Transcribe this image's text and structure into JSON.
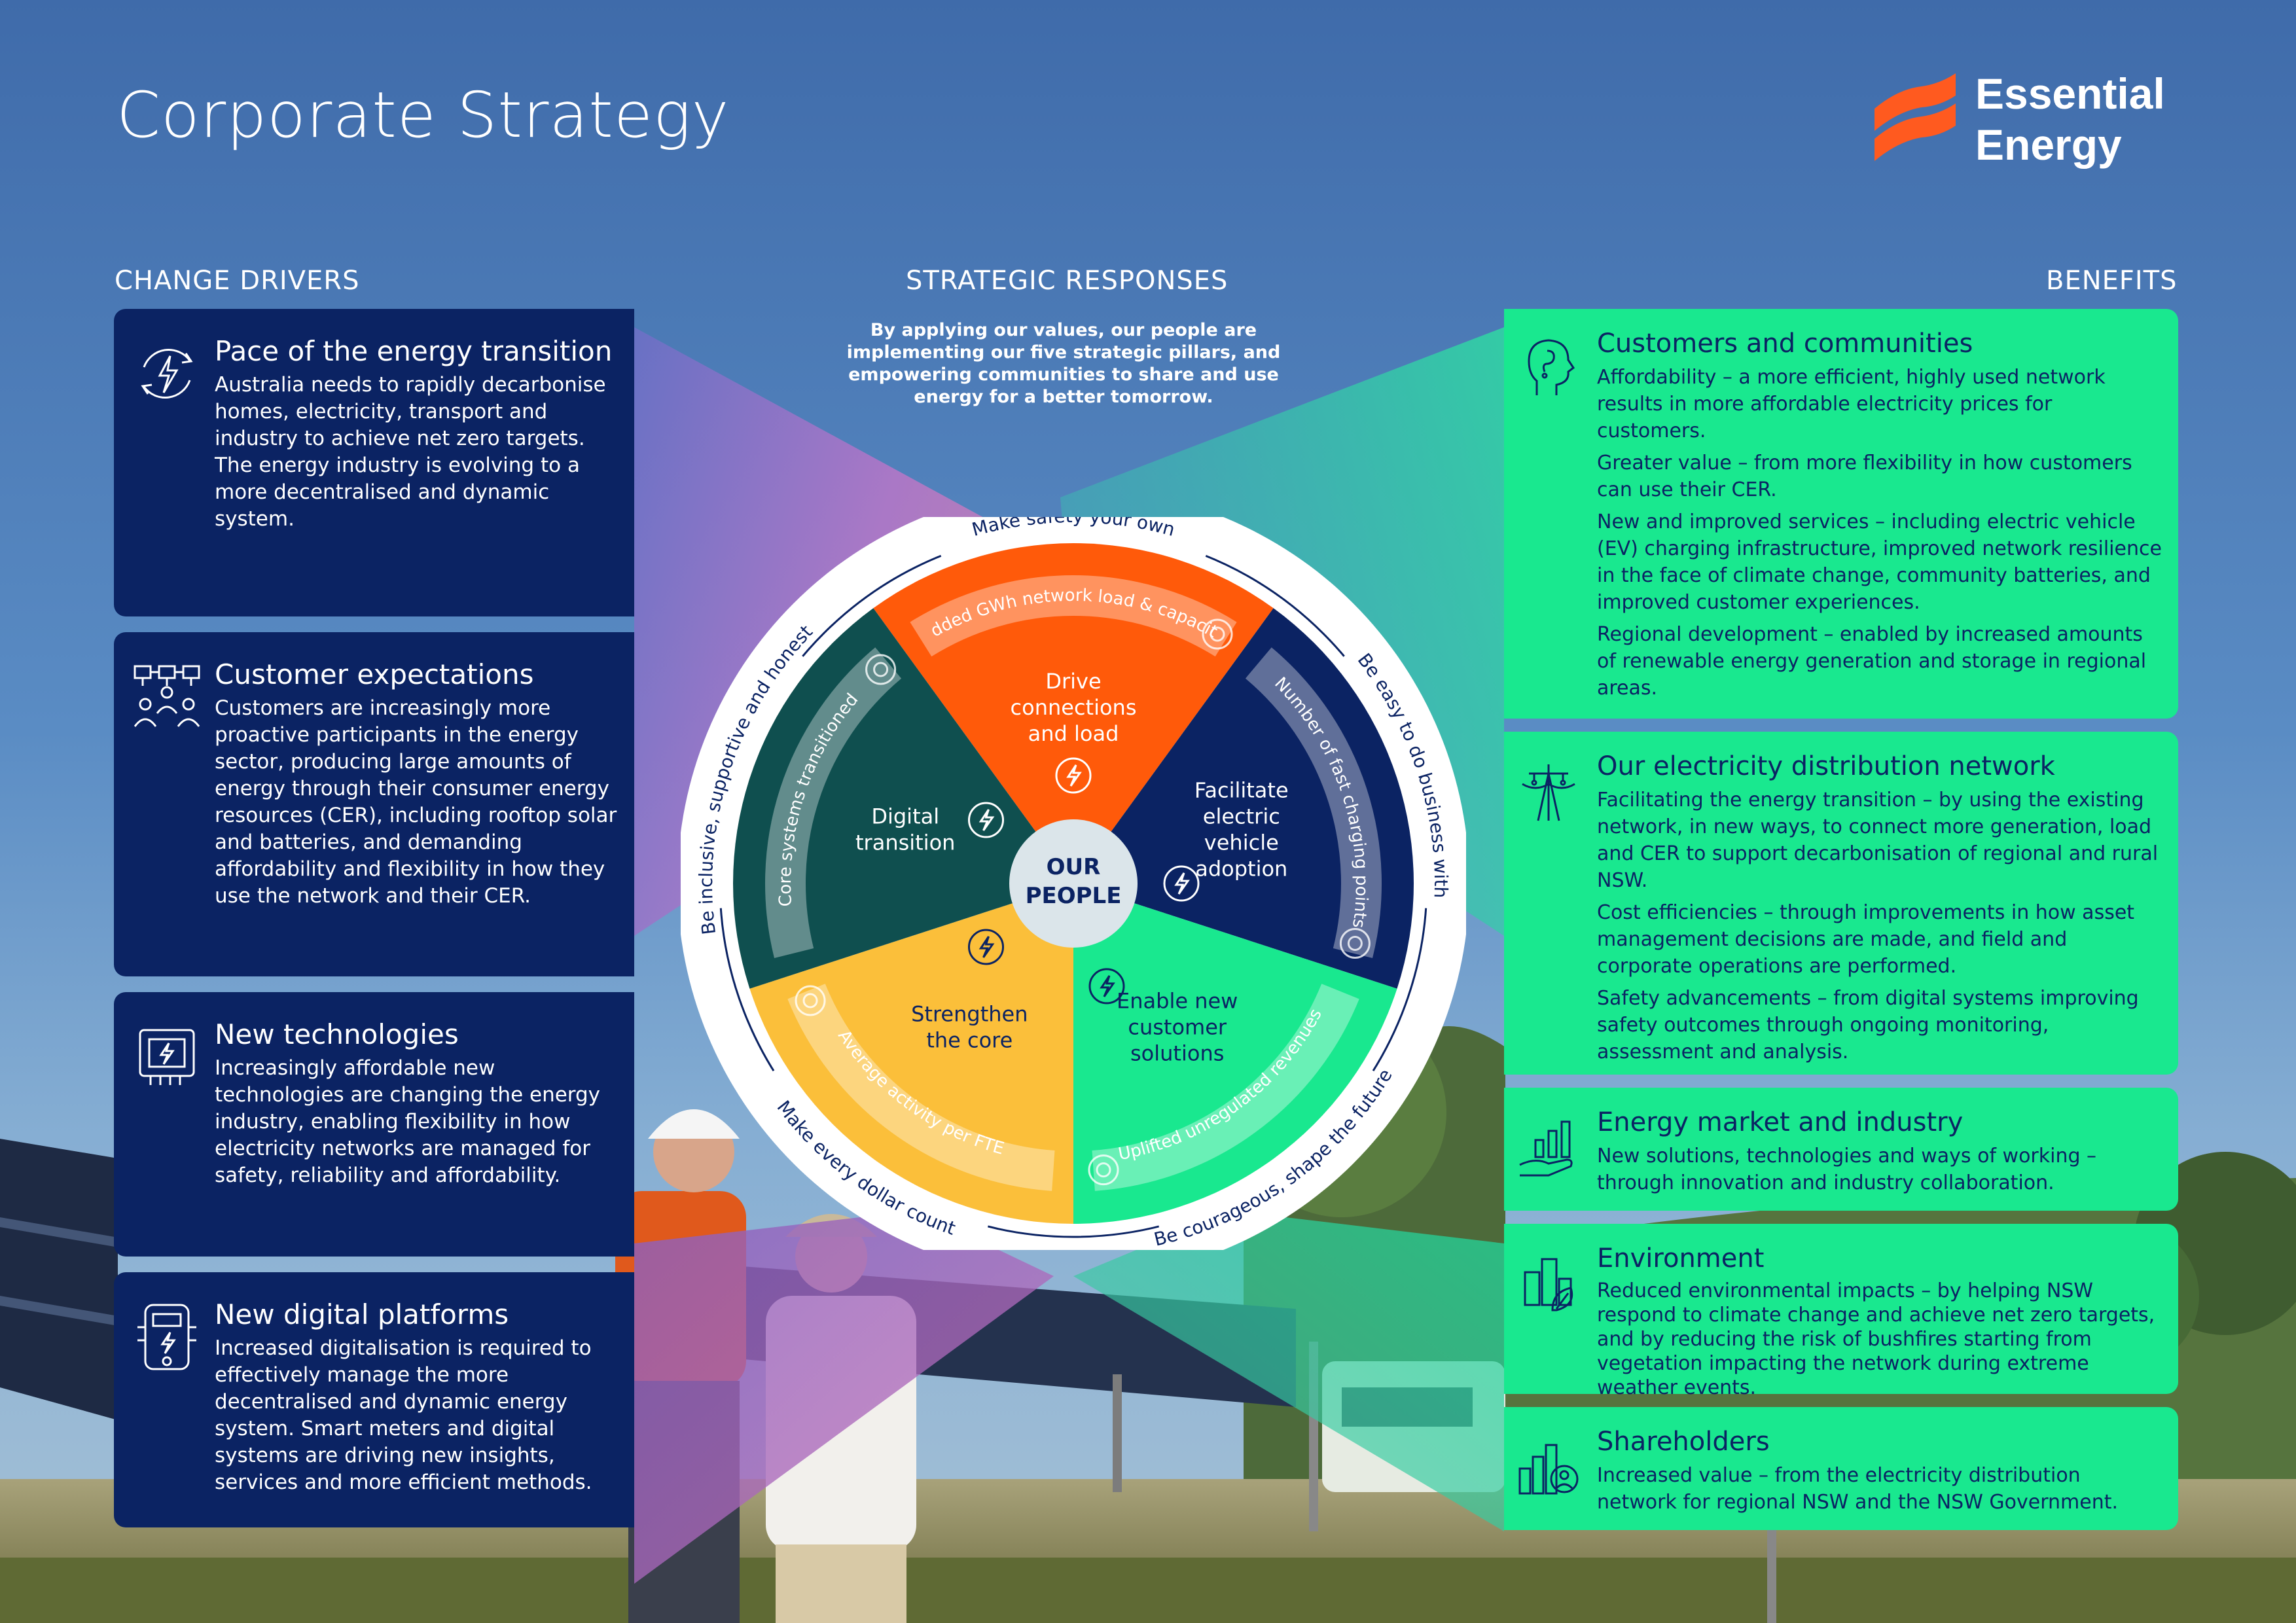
{
  "page": {
    "title": "Corporate Strategy"
  },
  "brand": {
    "line1": "Essential",
    "line2": "Energy",
    "orange": "#ff5a1f",
    "navy": "#0b2363",
    "green": "#19e88f"
  },
  "columns": {
    "drivers": "CHANGE DRIVERS",
    "responses": "STRATEGIC RESPONSES",
    "benefits": "BENEFITS"
  },
  "strategic_intro": "By applying our values, our people are implementing our five strategic pillars, and empowering communities to share and use energy for a better tomorrow.",
  "drivers": [
    {
      "title": "Pace of the energy transition",
      "icon": "lightning-cycle-icon",
      "text": "Australia needs to rapidly decarbonise homes, electricity, transport and industry to achieve net zero targets. The energy industry is evolving to a more decentralised and dynamic system."
    },
    {
      "title": "Customer expectations",
      "icon": "people-network-icon",
      "text": "Customers are increasingly more proactive participants in the energy sector, producing large amounts of energy through their consumer energy resources (CER), including rooftop solar and batteries, and demanding affordability and flexibility in how they use the network and their CER."
    },
    {
      "title": "New technologies",
      "icon": "battery-device-icon",
      "text": "Increasingly affordable new technologies are changing the energy industry, enabling flexibility in how electricity networks are managed for safety, reliability and affordability."
    },
    {
      "title": "New digital platforms",
      "icon": "smart-meter-icon",
      "text": "Increased digitalisation is required to effectively manage the more decentralised and dynamic energy system. Smart meters and digital systems are driving new insights, services and more efficient methods."
    }
  ],
  "wheel": {
    "center_line1": "OUR",
    "center_line2": "PEOPLE",
    "pillars": [
      {
        "lines": [
          "Drive",
          "connections",
          "and load"
        ],
        "color": "#ff5a0a",
        "icon": "arrows-lightning-icon"
      },
      {
        "lines": [
          "Facilitate",
          "electric",
          "vehicle",
          "adoption"
        ],
        "color": "#0b2363",
        "icon": "electric-car-icon"
      },
      {
        "lines": [
          "Enable new",
          "customer",
          "solutions"
        ],
        "color": "#19e88f",
        "icon": "lightbulb-hand-icon"
      },
      {
        "lines": [
          "Strengthen",
          "the core"
        ],
        "color": "#fbbf3a",
        "icon": "pole-shield-icon"
      },
      {
        "lines": [
          "Digital",
          "transition"
        ],
        "color": "#0f4f4f",
        "icon": "gear-tools-icon"
      }
    ],
    "measures": [
      "Added GWh network load & capacity",
      "Number of fast charging points",
      "Uplifted unregulated revenues",
      "Average activity per FTE",
      "Core systems transitioned"
    ],
    "values": [
      "Make safety your own",
      "Be easy to do business with",
      "Be courageous, shape the future",
      "Make every dollar count",
      "Be inclusive, supportive and honest"
    ]
  },
  "benefits": [
    {
      "title": "Customers and communities",
      "icon": "head-profile-icon",
      "paras": [
        "Affordability – a more efficient, highly used network results in more affordable electricity prices for customers.",
        "Greater value – from more flexibility in how customers can use their CER.",
        "New and improved services – including electric vehicle (EV) charging infrastructure, improved network resilience in the face of climate change, community batteries, and improved customer experiences.",
        "Regional development – enabled by increased amounts of renewable energy generation and storage in regional areas."
      ]
    },
    {
      "title": "Our electricity distribution network",
      "icon": "power-pole-icon",
      "paras": [
        "Facilitating the energy transition – by using the existing network, in new ways, to connect more generation, load and CER to support decarbonisation of regional and rural NSW.",
        "Cost efficiencies – through improvements in how asset management decisions are made, and field and corporate operations are performed.",
        "Safety advancements – from digital systems improving safety outcomes through ongoing monitoring, assessment and analysis."
      ]
    },
    {
      "title": "Energy market and industry",
      "icon": "growth-hand-icon",
      "paras": [
        "New solutions, technologies and ways of working – through innovation and industry collaboration."
      ]
    },
    {
      "title": "Environment",
      "icon": "city-leaf-icon",
      "paras": [
        "Reduced environmental impacts – by helping NSW respond to climate change and achieve net zero targets, and by reducing the risk of bushfires starting from vegetation impacting the network during extreme weather events."
      ]
    },
    {
      "title": "Shareholders",
      "icon": "shareholder-chart-icon",
      "paras": [
        "Increased value – from the electricity distribution network for regional NSW and the NSW Government."
      ]
    }
  ]
}
